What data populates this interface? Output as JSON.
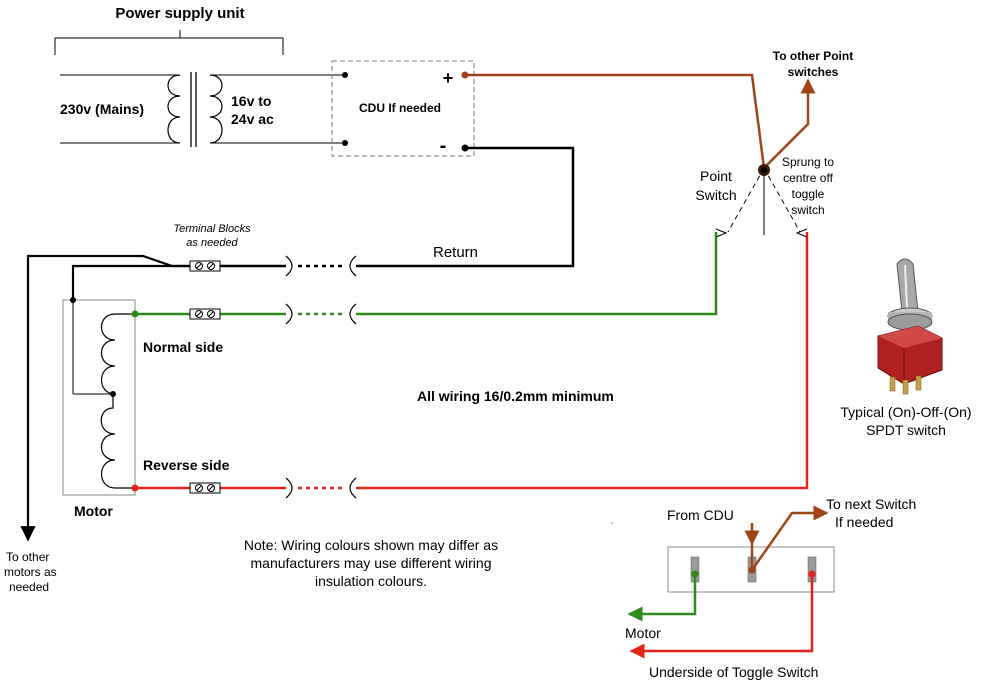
{
  "labels": {
    "power_supply": "Power supply unit",
    "mains": "230v (Mains)",
    "ac_line1": "16v to",
    "ac_line2": "24v ac",
    "cdu": "CDU If needed",
    "plus": "+",
    "minus": "-",
    "to_other_points_1": "To other Point",
    "to_other_points_2": "switches",
    "point_switch_1": "Point",
    "point_switch_2": "Switch",
    "sprung_1": "Sprung to",
    "sprung_2": "centre off",
    "sprung_3": "toggle",
    "sprung_4": "switch",
    "terminal_1": "Terminal Blocks",
    "terminal_2": "as needed",
    "return": "Return",
    "normal_side": "Normal side",
    "reverse_side": "Reverse side",
    "motor": "Motor",
    "to_other_motors_1": "To other",
    "to_other_motors_2": "motors as",
    "to_other_motors_3": "needed",
    "all_wiring": "All wiring 16/0.2mm minimum",
    "typical_1": "Typical (On)-Off-(On)",
    "typical_2": "SPDT switch",
    "note_1": "Note: Wiring colours shown may differ as",
    "note_2": "manufacturers may use different wiring",
    "note_3": "insulation colours.",
    "from_cdu": "From CDU",
    "to_next_1": "To next Switch",
    "to_next_2": "If needed",
    "motor_bottom": "Motor",
    "underside": "Underside of Toggle Switch"
  },
  "colors": {
    "positive_wire": "#a0451a",
    "return_wire": "#000000",
    "normal_wire": "#2f8a1c",
    "reverse_wire": "#e2231a",
    "switch_body": "#b02020"
  }
}
